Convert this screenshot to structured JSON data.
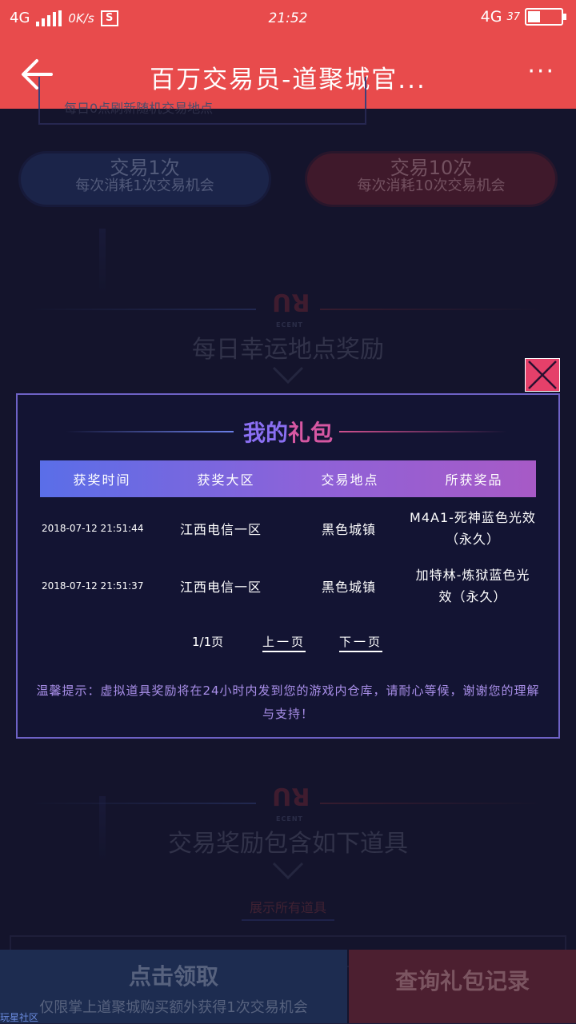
{
  "status_bar": {
    "network_left": "4G",
    "speed": "0K/s",
    "s_badge": "S",
    "time": "21:52",
    "network_right": "4G",
    "battery_pct": "37",
    "battery_level": 0.37
  },
  "nav": {
    "title": "百万交易员-道聚城官...",
    "more": "···"
  },
  "background": {
    "notice_text": "每日0点刷新随机交易地点",
    "trade_once": {
      "label": "交易1次",
      "sub": "每次消耗1次交易机会"
    },
    "trade_ten": {
      "label": "交易10次",
      "sub": "每次消耗10次交易机会"
    },
    "section1_title": "每日幸运地点奖励",
    "section2_title": "交易奖励包含如下道具",
    "logo_text": "ECENT",
    "show_all": "展示所有道具"
  },
  "modal": {
    "title_a": "我的",
    "title_b": "礼包",
    "headers": [
      "获奖时间",
      "获奖大区",
      "交易地点",
      "所获奖品"
    ],
    "rows": [
      {
        "time": "2018-07-12 21:51:44",
        "region": "江西电信一区",
        "location": "黑色城镇",
        "prize": "M4A1-死神蓝色光效（永久）"
      },
      {
        "time": "2018-07-12 21:51:37",
        "region": "江西电信一区",
        "location": "黑色城镇",
        "prize": "加特林-炼狱蓝色光效（永久）"
      }
    ],
    "page_count": "1/1页",
    "prev": "上一页",
    "next": "下一页",
    "tip": "温馨提示：虚拟道具奖励将在24小时内发到您的游戏内仓库，请耐心等候，谢谢您的理解与支持！"
  },
  "bottom": {
    "claim_label": "点击领取",
    "claim_sub": "仅限掌上道聚城购买额外获得1次交易机会",
    "query_label": "查询礼包记录",
    "watermark": "玩星社区"
  },
  "colors": {
    "header_red": "#e84b4c",
    "modal_border": "#6e62c6",
    "close_pink": "#e5406a",
    "tip_purple": "#a98fe9"
  }
}
